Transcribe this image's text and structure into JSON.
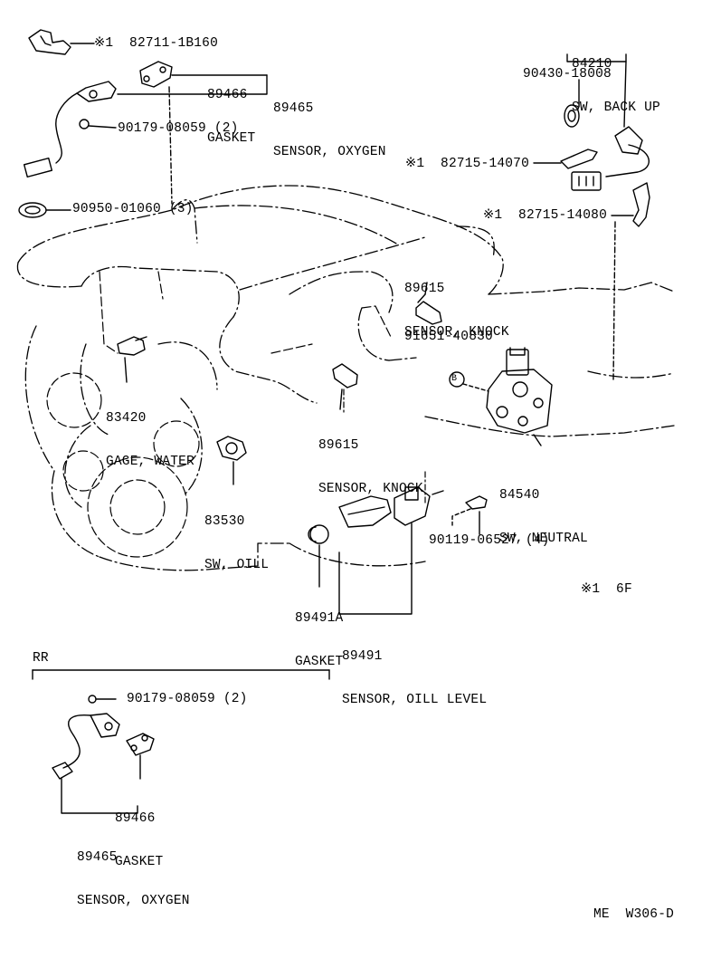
{
  "callouts": {
    "c82711": "※1  82711-1B160",
    "c89466_top": [
      "89466",
      "GASKET"
    ],
    "c89465_top": [
      "89465",
      "SENSOR, OXYGEN"
    ],
    "c90179_top": "90179-08059 (2)",
    "c90950": "90950-01060 (3)",
    "c84210": [
      "84210",
      "SW, BACK UP"
    ],
    "c90430": "90430-18008",
    "c82715_14070": "※1  82715-14070",
    "c82715_14080": "※1  82715-14080",
    "c89615_upper": [
      "89615",
      "SENSOR, KNOCK"
    ],
    "c91651": "91651-40830",
    "c83420": [
      "83420",
      "GAGE, WATER"
    ],
    "c89615_lower": [
      "89615",
      "SENSOR, KNOCK"
    ],
    "c84540": [
      "84540",
      "SW, NEUTRAL"
    ],
    "c83530": [
      "83530",
      "SW, OILL"
    ],
    "c90119": "90119-06527 (4)",
    "c89491a": [
      "89491A",
      "GASKET"
    ],
    "c89491": [
      "89491",
      "SENSOR, OILL LEVEL"
    ],
    "note_6f": "※1  6F",
    "section_rr": "RR",
    "c90179_rr": "90179-08059 (2)",
    "c89466_rr": [
      "89466",
      "GASKET"
    ],
    "c89465_rr": [
      "89465",
      "SENSOR, OXYGEN"
    ],
    "figure_ref": "ME  W306-D"
  },
  "legend": {
    "ref_b": "B"
  }
}
